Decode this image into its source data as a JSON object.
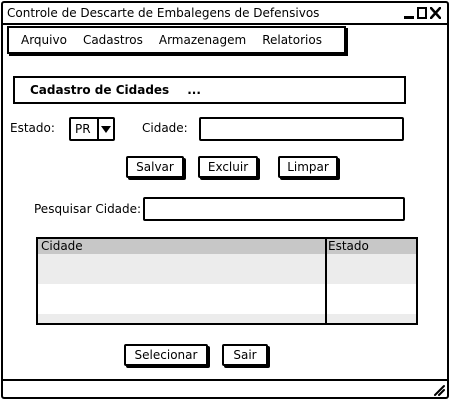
{
  "window": {
    "title": "Controle de Descarte de Embalegens de Defensivos"
  },
  "menu": {
    "items": [
      {
        "label": "Arquivo"
      },
      {
        "label": "Cadastros"
      },
      {
        "label": "Armazenagem"
      },
      {
        "label": "Relatorios"
      }
    ]
  },
  "section": {
    "title": "Cadastro de Cidades",
    "ellipsis": "..."
  },
  "form": {
    "estado_label": "Estado:",
    "estado_value": "PR",
    "cidade_label": "Cidade:",
    "cidade_value": "",
    "pesquisar_label": "Pesquisar Cidade:",
    "pesquisar_value": ""
  },
  "buttons": {
    "salvar": "Salvar",
    "excluir": "Excluir",
    "limpar": "Limpar",
    "selecionar": "Selecionar",
    "sair": "Sair"
  },
  "table": {
    "columns": [
      "Cidade",
      "Estado"
    ],
    "rows": []
  },
  "icons": {
    "minimize": "minimize-icon",
    "maximize": "maximize-icon",
    "close": "close-icon",
    "dropdown": "chevron-down-icon",
    "resize": "resize-grip-icon"
  }
}
